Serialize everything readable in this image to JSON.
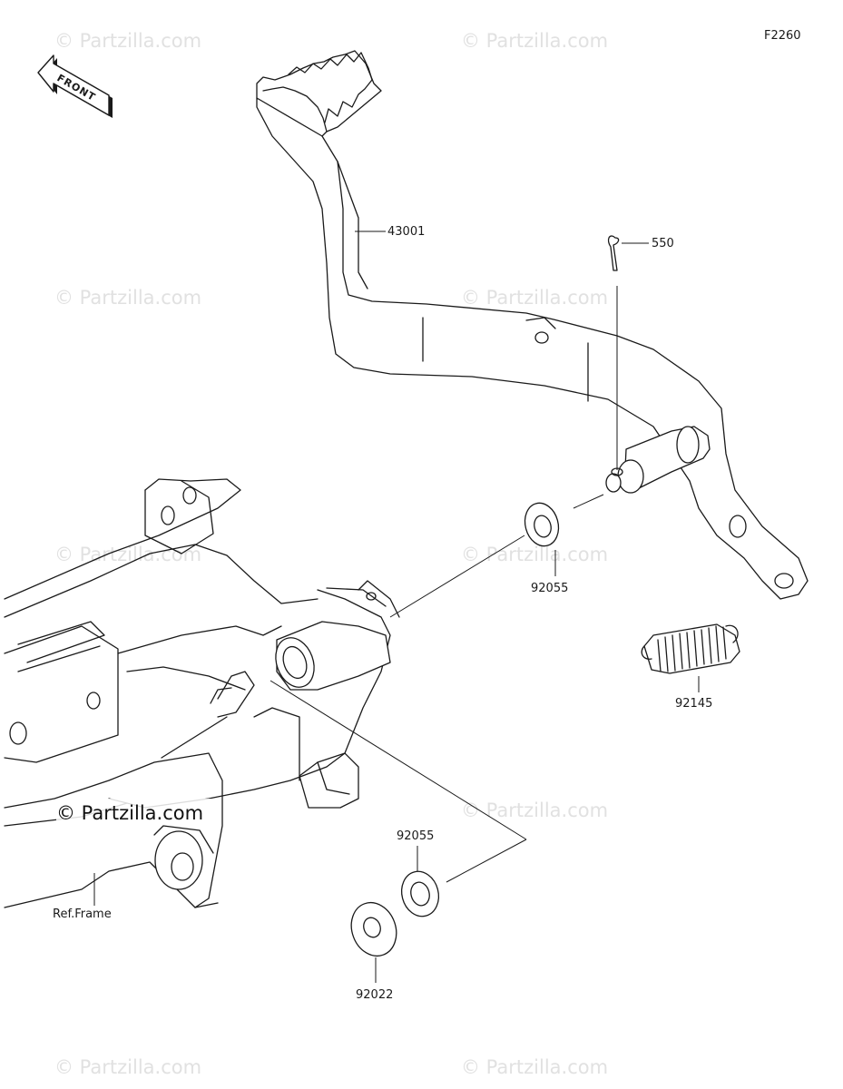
{
  "figure_code": "F2260",
  "front_arrow_text": "FRONT",
  "watermark_text": "© Partzilla.com",
  "parts": {
    "brake_pedal": "43001",
    "cotter_pin": "550",
    "washer_upper": "92055",
    "spring": "92145",
    "washer_lower": "92055",
    "washer_bottom": "92022"
  },
  "reference": "Ref.Frame"
}
